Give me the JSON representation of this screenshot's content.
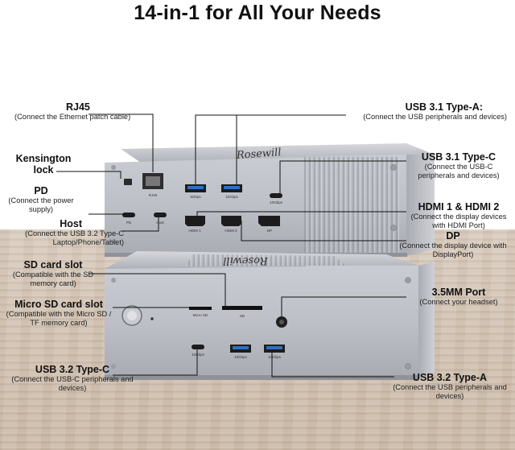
{
  "heading": "14-in-1 for All Your Needs",
  "brand_logo_text": "Rosewill",
  "callouts": {
    "rj45": {
      "title": "RJ45",
      "desc": "(Connect the Ethernet patch cable)"
    },
    "kensington": {
      "title": "Kensington lock"
    },
    "pd": {
      "title": "PD",
      "desc": "(Connect the power supply)"
    },
    "host": {
      "title": "Host",
      "desc": "(Connect the USB 3.2 Type-C Laptop/Phone/Tablet)"
    },
    "usb31a": {
      "title": "USB 3.1 Type-A:",
      "desc": "(Connect the USB peripherals and devices)"
    },
    "usb31c": {
      "title": "USB 3.1 Type-C",
      "desc": "(Connect the USB-C peripherals and devices)"
    },
    "hdmi": {
      "title": "HDMI 1 & HDMI 2",
      "desc": "(Connect the display devices with HDMI Port)"
    },
    "dp": {
      "title": "DP",
      "desc": "(Connect the display device with DisplayPort)"
    },
    "sd": {
      "title": "SD card slot",
      "desc": "(Compatible with the SD memory card)"
    },
    "microsd": {
      "title": "Micro SD card slot",
      "desc": "(Compatible with the Micro SD / TF memory card)"
    },
    "audio": {
      "title": "3.5MM Port",
      "desc": "(Connect your headset)"
    },
    "usb32c": {
      "title": "USB 3.2 Type-C",
      "desc": "(Connect the USB-C peripherals and devices)"
    },
    "usb32a": {
      "title": "USB 3.2 Type-A",
      "desc": "(Connect the USB peripherals and devices)"
    }
  },
  "port_labels": {
    "rj45": "RJ45",
    "usb_a_1": "5Gbps",
    "usb_a_2": "10Gbps",
    "usb_c_top": "10Gbps",
    "pd": "PD",
    "host": "Host",
    "hdmi1": "HDMI 1",
    "hdmi2": "HDMI 2",
    "dp": "DP",
    "microsd": "Micro SD",
    "sd": "SD",
    "usb_c_front": "10Gbps",
    "usb_a_front_1": "10Gbps",
    "usb_a_front_2": "10Gbps"
  },
  "colors": {
    "accent_blue": "#2f6fc4",
    "device_silver": "#b9bcc3",
    "wood": "#d2c2b2"
  }
}
